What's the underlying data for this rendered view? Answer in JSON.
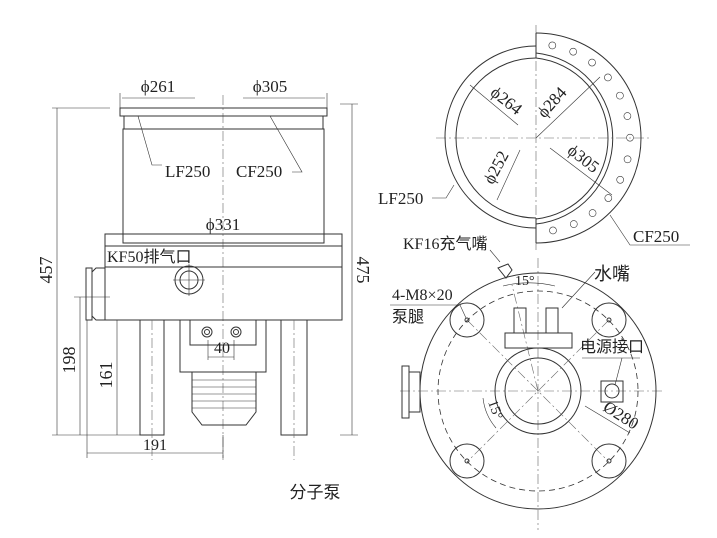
{
  "side_view": {
    "dim_flange_lf": "ϕ261",
    "dim_flange_cf": "ϕ305",
    "label_lf": "LF250",
    "label_cf": "CF250",
    "dim_body": "ϕ331",
    "label_exhaust": "KF50排气口",
    "dim_height_lf": "457",
    "dim_height_cf": "475",
    "dim_198": "198",
    "dim_161": "161",
    "dim_191": "191",
    "dim_40": "40",
    "caption": "分子泵"
  },
  "top_view": {
    "dim_264": "ϕ264",
    "dim_284": "ϕ284",
    "dim_252": "ϕ252",
    "dim_305": "ϕ305",
    "label_lf": "LF250",
    "label_cf": "CF250"
  },
  "bottom_view": {
    "label_vent": "KF16充气嘴",
    "label_feet_spec": "4-M8×20",
    "label_feet": "泵腿",
    "label_water": "水嘴",
    "label_power": "电源接口",
    "dim_280": "Ø280",
    "angle_top": "15°",
    "angle_left": "15°"
  }
}
